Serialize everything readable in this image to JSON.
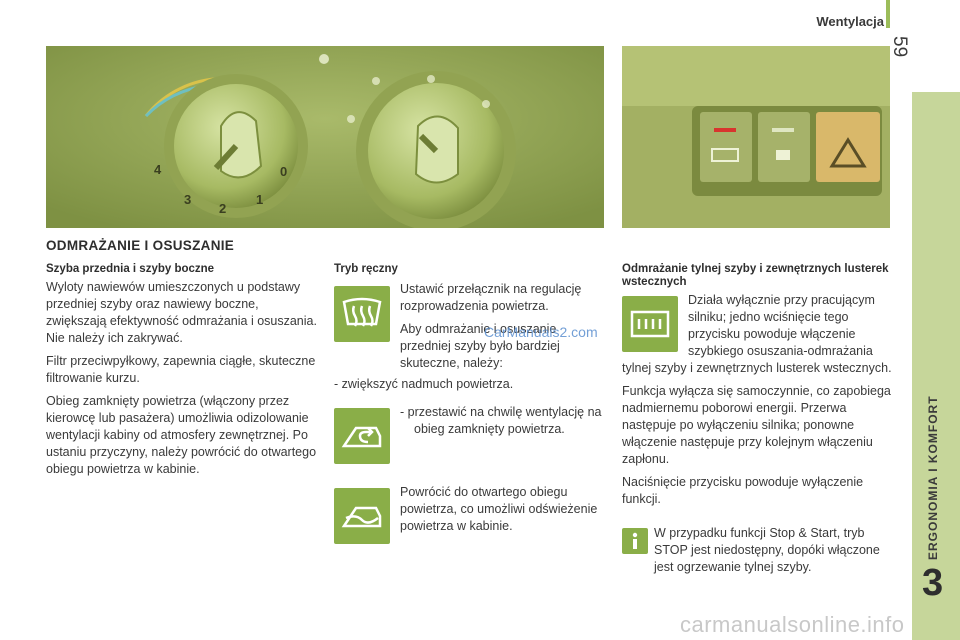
{
  "header": {
    "section": "Wentylacja",
    "page_number": "59"
  },
  "side_tab": {
    "label": "ERGONOMIA I KOMFORT",
    "chapter": "3"
  },
  "photos": {
    "left_knob1_marks": [
      "4",
      "3",
      "2",
      "1",
      "0"
    ]
  },
  "main": {
    "title": "ODMRAŻANIE I OSUSZANIE",
    "col1": {
      "subtitle": "Szyba przednia i szyby boczne",
      "paragraphs": [
        "Wyloty nawiewów umieszczonych u podstawy przedniej szyby oraz nawiewy boczne, zwiększają efektywność odmrażania i osuszania. Nie należy ich zakrywać.",
        "Filtr przeciwpyłkowy, zapewnia ciągłe, skuteczne filtrowanie kurzu.",
        "Obieg zamknięty powietrza (włączony przez kierowcę lub pasażera) umożliwia odizolowanie wentylacji kabiny od atmosfery zewnętrznej. Po ustaniu przyczyny, należy powrócić do otwartego obiegu powietrza w kabinie."
      ]
    },
    "col2": {
      "subtitle": "Tryb ręczny",
      "block1": [
        "Ustawić przełącznik na regulację rozprowadzenia powietrza.",
        "Aby odmrażanie i osuszanie przedniej szyby było bardziej skuteczne, należy:"
      ],
      "bullet1": "-   zwiększyć nadmuch powietrza.",
      "bullet2": "-   przestawić na chwilę wentylację na obieg zamknięty powietrza.",
      "block3": "Powrócić do otwartego obiegu powietrza, co umożliwi odświeżenie powietrza w kabinie."
    },
    "col3": {
      "subtitle": "Odmrażanie tylnej szyby i zewnętrznych lusterek wstecznych",
      "p1": "Działa wyłącznie przy pracującym silniku; jedno wciśnięcie tego przycisku powoduje włączenie szybkiego osuszania-odmrażania tylnej szyby i zewnętrznych lusterek wstecznych.",
      "p2": "Funkcja wyłącza się samoczynnie, co zapobiega nadmiernemu poborowi energii. Przerwa następuje po wyłączeniu silnika; ponowne włączenie następuje przy kolejnym włączeniu zapłonu.",
      "p3": "Naciśnięcie przycisku powoduje wyłączenie funkcji.",
      "info": "W przypadku funkcji Stop & Start, tryb STOP jest niedostępny, dopóki włączone jest ogrzewanie tylnej szyby."
    }
  },
  "watermarks": {
    "inline": "CarManuals2.com",
    "footer": "carmanualsonline.info"
  }
}
